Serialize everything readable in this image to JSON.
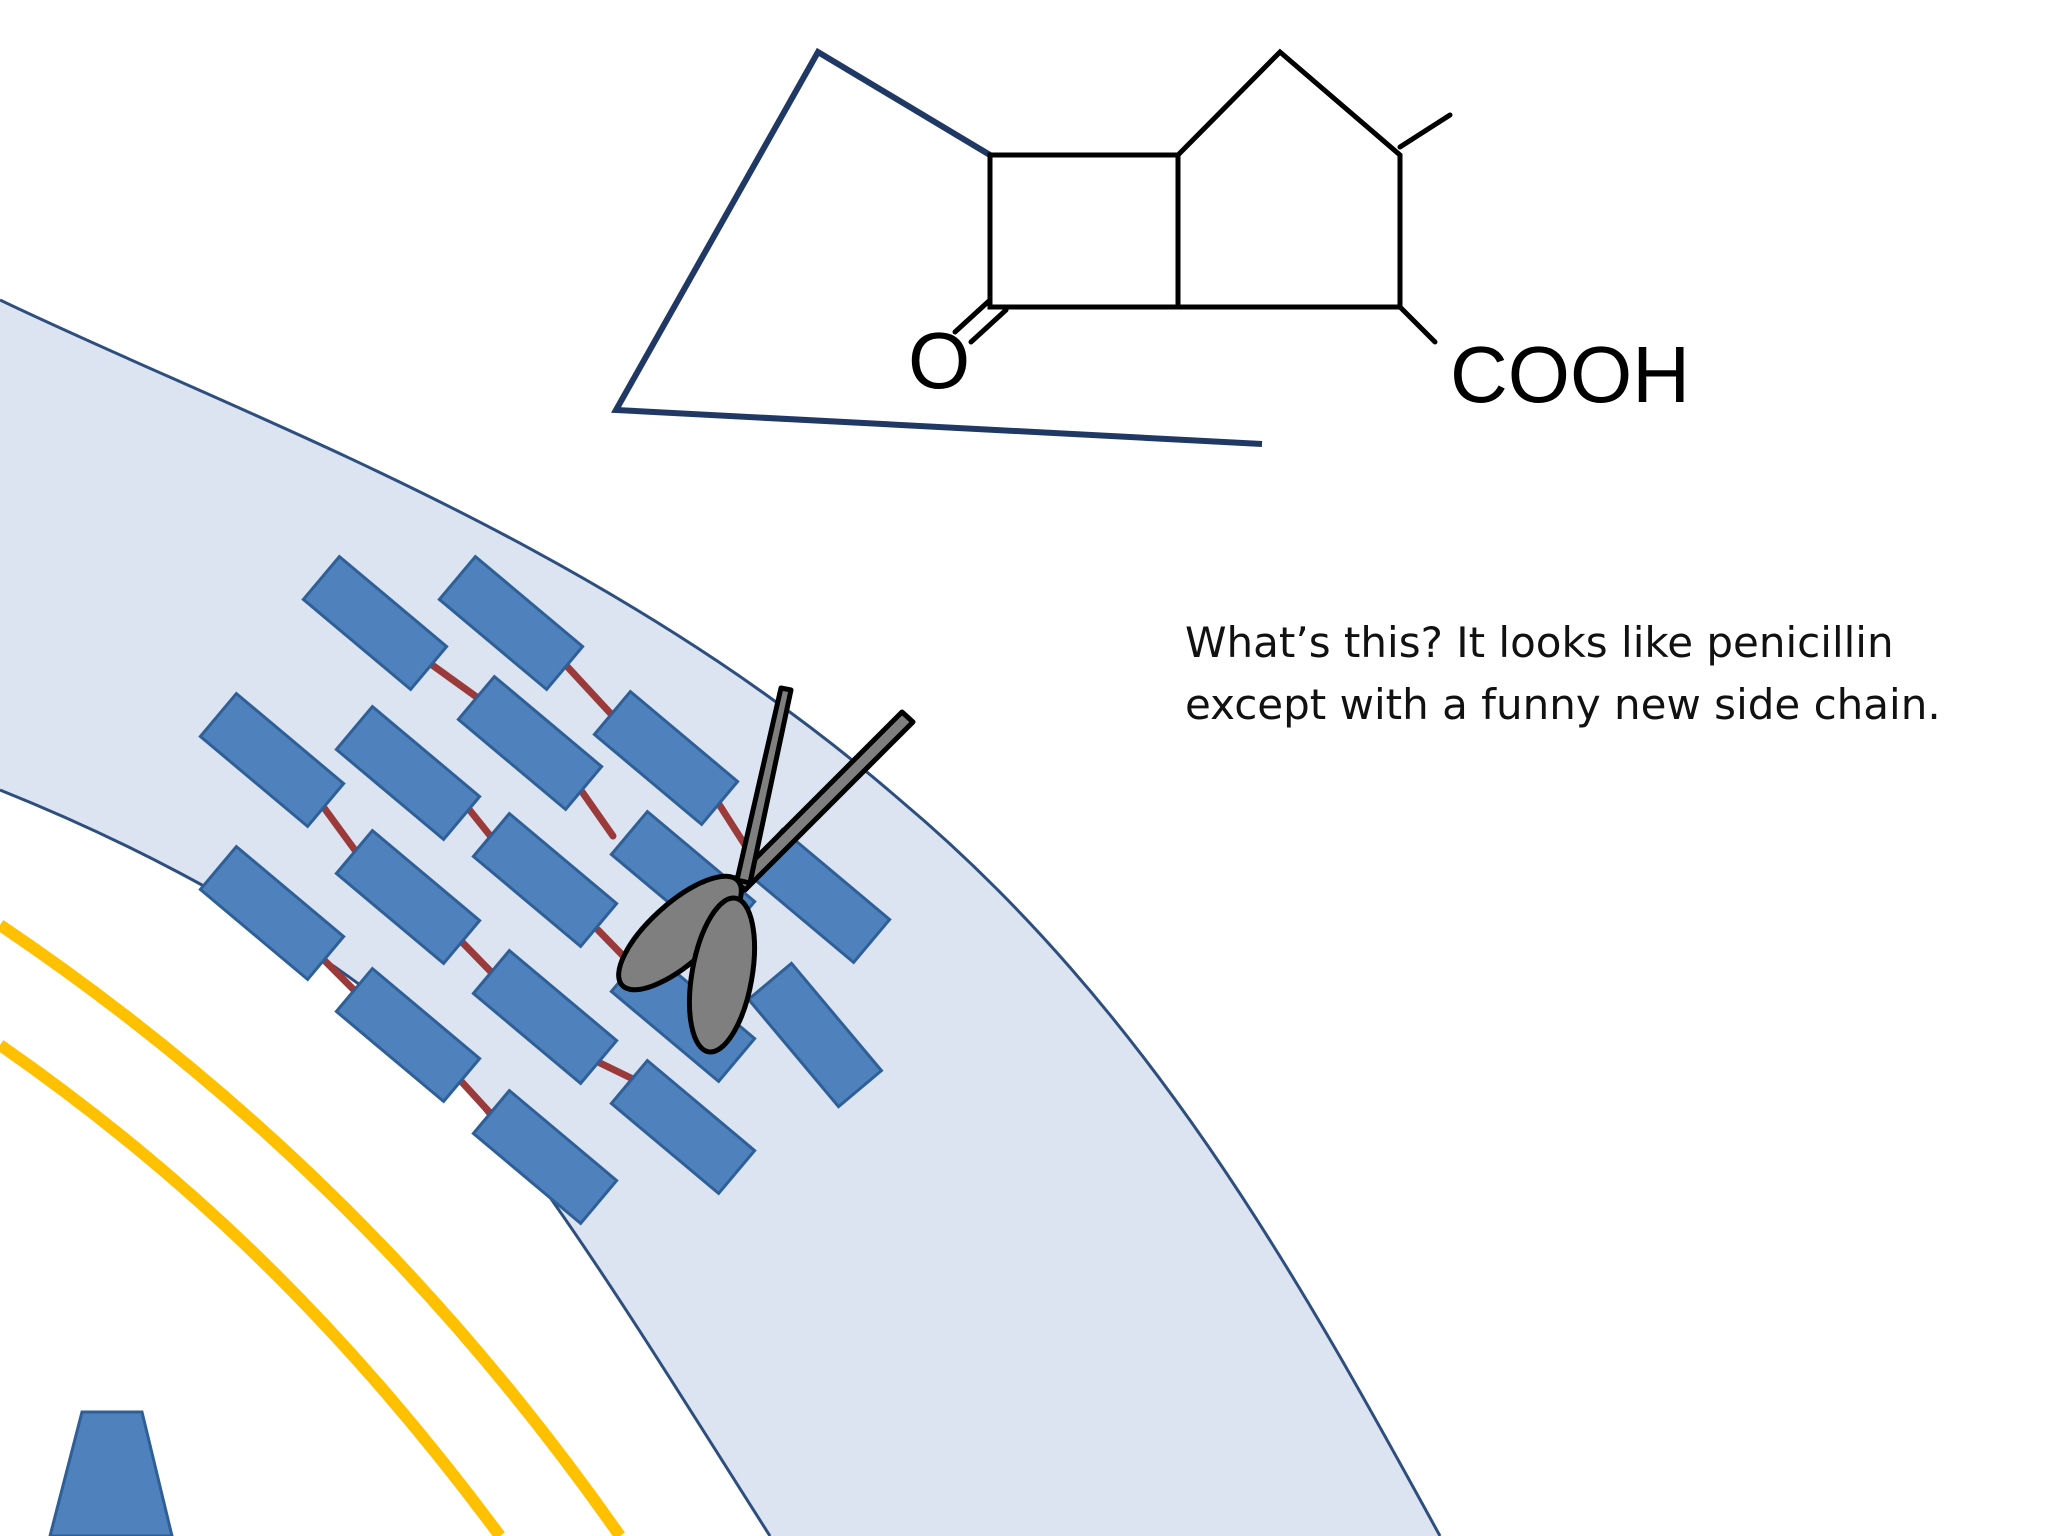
{
  "molecule": {
    "oxygen_label": "O",
    "carboxyl_label": "COOH"
  },
  "caption": {
    "line1": "What’s this? It looks like penicillin",
    "line2": "except with a funny new side chain."
  },
  "colors": {
    "background": "#ffffff",
    "cell_wall_fill": "#dce4f2",
    "cell_wall_stroke": "#2e4f7e",
    "peptidoglycan_fill": "#4f81bd",
    "peptidoglycan_stroke": "#2e5f96",
    "crosslink": "#9b3a3a",
    "membrane": "#ffc000",
    "enzyme_scissors_fill": "#7f7f7f",
    "side_chain_stroke": "#1f3864",
    "bond_stroke": "#000000"
  },
  "icons": {
    "enzyme": "scissors-icon",
    "protein": "trapezoid-protein-icon"
  }
}
